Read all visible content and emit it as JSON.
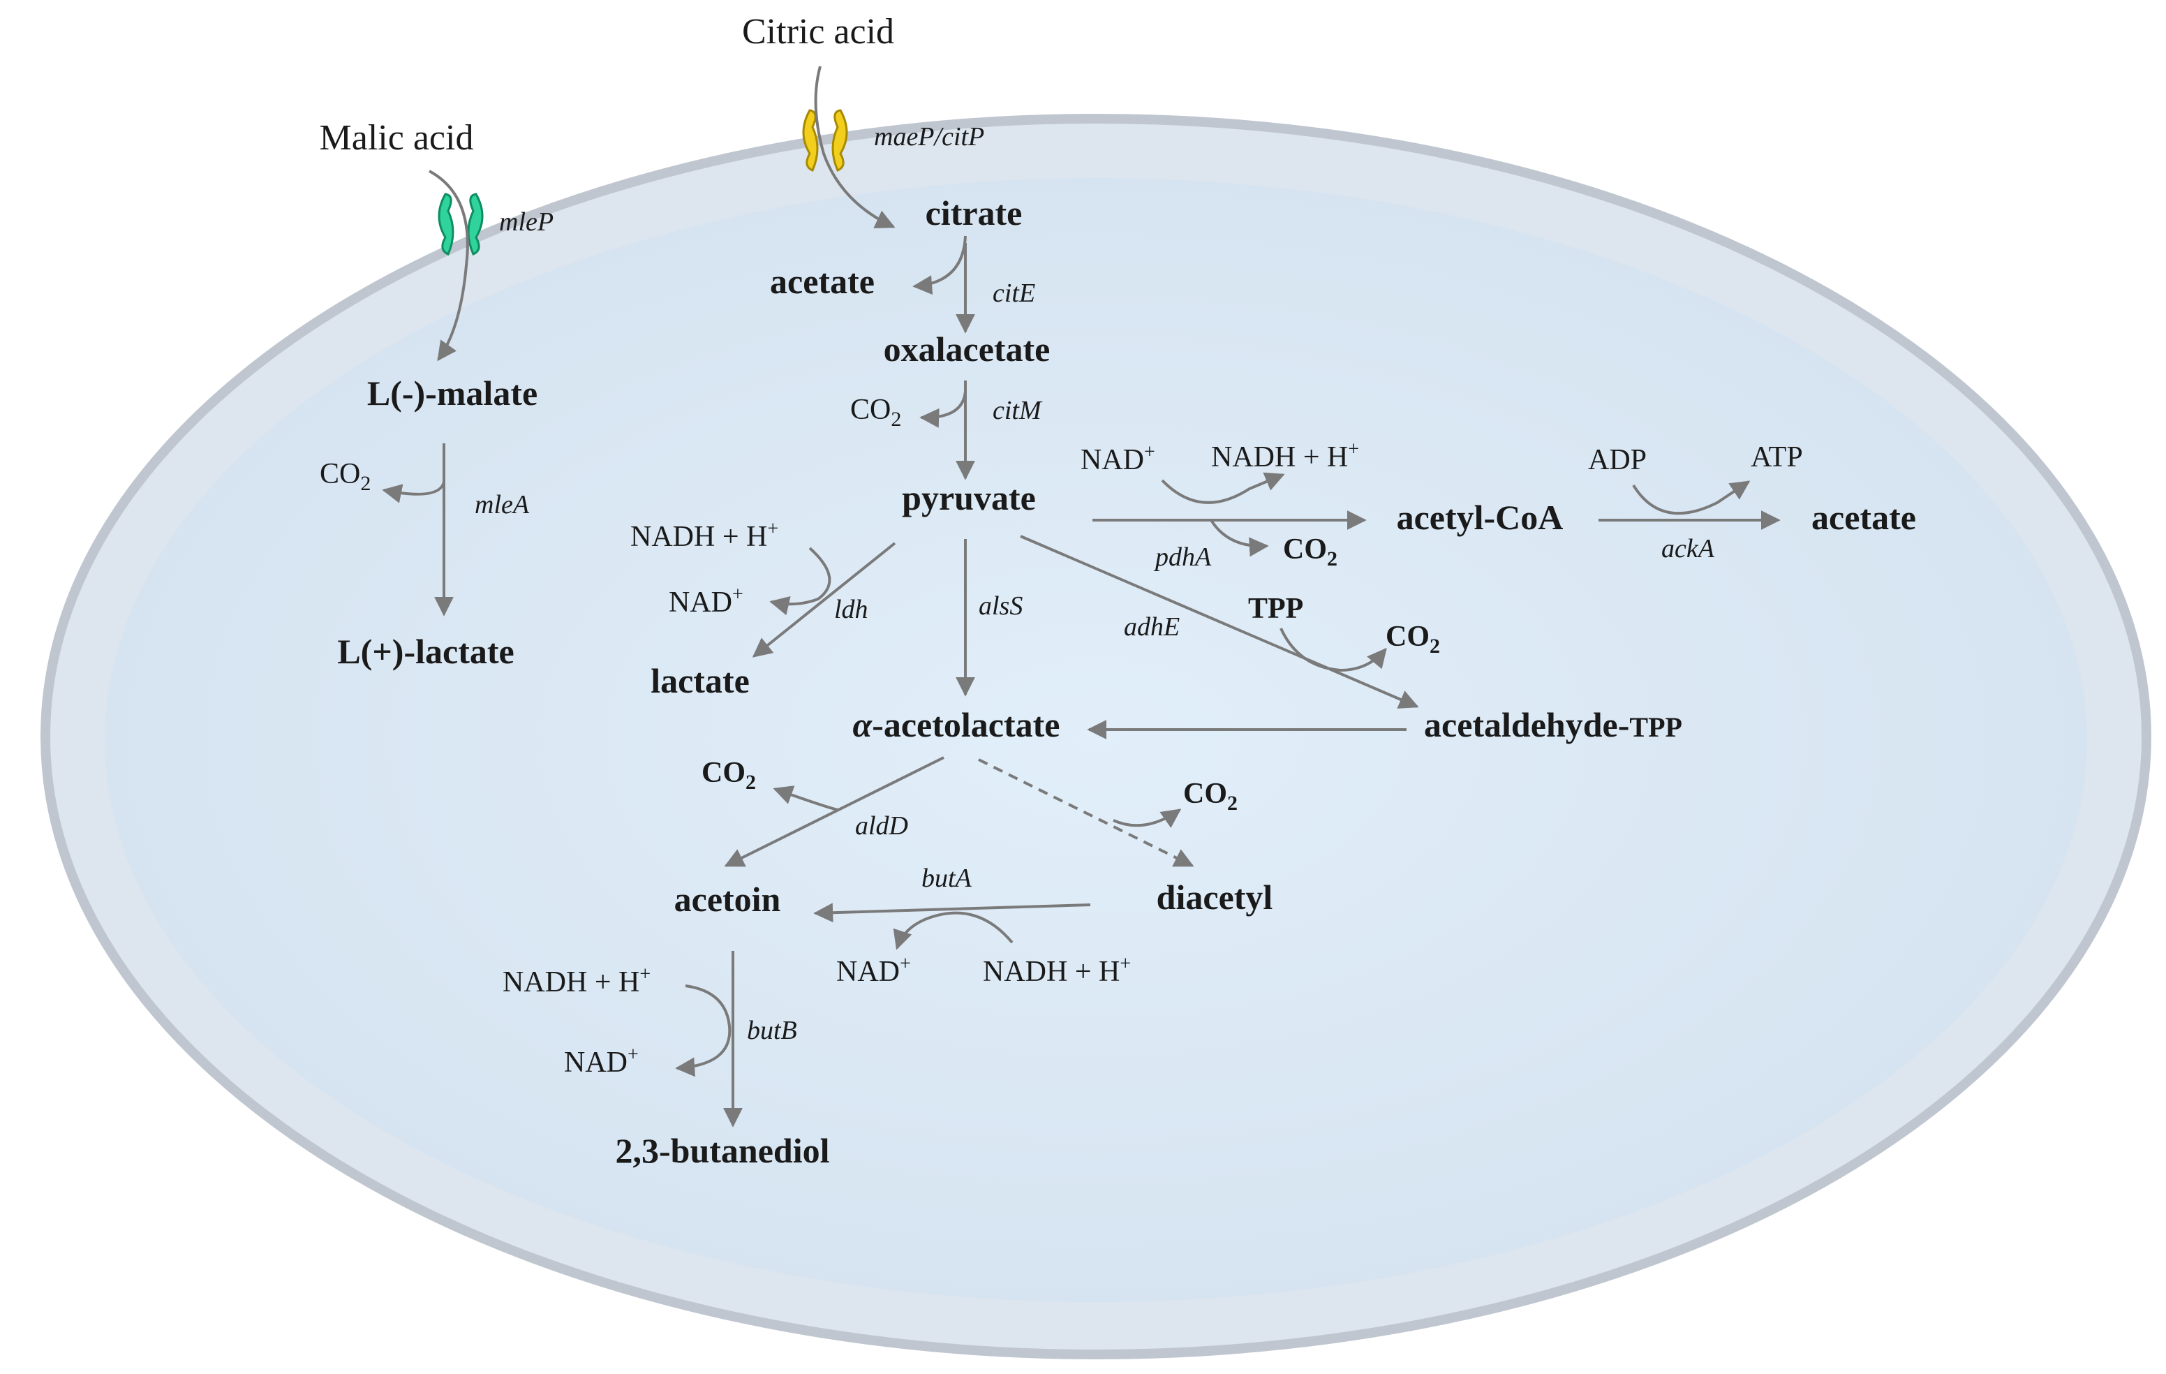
{
  "external": {
    "malic_acid": "Malic acid",
    "citric_acid": "Citric acid"
  },
  "transporters": {
    "mleP": "mleP",
    "maeP_citP": "maeP/citP"
  },
  "metabolites": {
    "citrate": "citrate",
    "acetate_1": "acetate",
    "oxalacetate": "oxalacetate",
    "l_malate": "L(-)-malate",
    "l_lactate": "L(+)-lactate",
    "pyruvate": "pyruvate",
    "acetyl_coa": "acetyl-CoA",
    "acetate_2": "acetate",
    "lactate": "lactate",
    "alpha_acetolactate_sym": "α",
    "alpha_acetolactate": "-acetolactate",
    "acetaldehyde": "acetaldehyde-",
    "acetaldehyde_tpp": "TPP",
    "acetoin": "acetoin",
    "diacetyl": "diacetyl",
    "butanediol": "2,3-butanediol"
  },
  "enzymes": {
    "citE": "citE",
    "citM": "citM",
    "mleA": "mleA",
    "pdhA": "pdhA",
    "ackA": "ackA",
    "ldh": "ldh",
    "alsS": "alsS",
    "adhE": "adhE",
    "aldD": "aldD",
    "butA": "butA",
    "butB": "butB"
  },
  "cofactors": {
    "co2_base": "CO",
    "co2_sub": "2",
    "nad_base": "NAD",
    "nad_sup": "+",
    "nadh": "NADH + H",
    "nadh_sup": "+",
    "adp": "ADP",
    "atp": "ATP",
    "tpp": "TPP"
  },
  "colors": {
    "cell_fill": "#e3ecf4",
    "cell_inner": "#dfeefa",
    "membrane": "#c2c9d1",
    "arrow": "#7a7a7a",
    "transporter_mleP": "#2fd39b",
    "transporter_citP": "#f2cf1d"
  }
}
